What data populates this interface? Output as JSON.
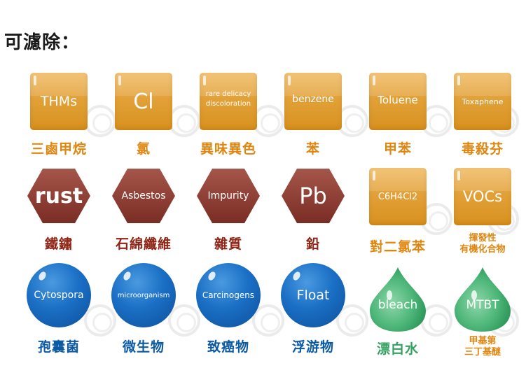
{
  "heading": "可濾除：",
  "row1": [
    {
      "label": "THMs",
      "caption": "三鹵甲烷"
    },
    {
      "label": "Cl",
      "caption": "氯"
    },
    {
      "label_line1": "rare delicacy",
      "label_line2": "discoloration",
      "caption": "異味異色"
    },
    {
      "label": "benzene",
      "caption": "苯"
    },
    {
      "label": "Toluene",
      "caption": "甲苯"
    },
    {
      "label": "Toxaphene",
      "caption": "毒殺芬"
    }
  ],
  "row2": [
    {
      "label": "rust",
      "caption": "鐵鏽"
    },
    {
      "label": "Asbestos",
      "caption": "石綿纖維"
    },
    {
      "label": "Impurity",
      "caption": "雜質"
    },
    {
      "label": "Pb",
      "caption": "鉛"
    },
    {
      "label": "C6H4Cl2",
      "caption": "對二氯苯"
    },
    {
      "label": "VOCs",
      "caption_line1": "揮發性",
      "caption_line2": "有機化合物"
    }
  ],
  "row3": [
    {
      "label": "Cytospora",
      "caption": "孢囊菌"
    },
    {
      "label": "microorganism",
      "caption": "微生物"
    },
    {
      "label": "Carcinogens",
      "caption": "致癌物"
    },
    {
      "label": "Float",
      "caption": "浮游物"
    },
    {
      "label": "bleach",
      "caption": "漂白水"
    },
    {
      "label": "MTBT",
      "caption_line1": "甲基第",
      "caption_line2": "三丁基醚"
    }
  ],
  "colors": {
    "tile": "#e2a138",
    "hex": "#8a3a30",
    "sphere": "#1a6fc5",
    "drop": "#4fb87a",
    "caption_orange": "#e0860f",
    "caption_red": "#8e2516",
    "caption_blue": "#0c5aa3",
    "caption_green": "#32a15f"
  }
}
